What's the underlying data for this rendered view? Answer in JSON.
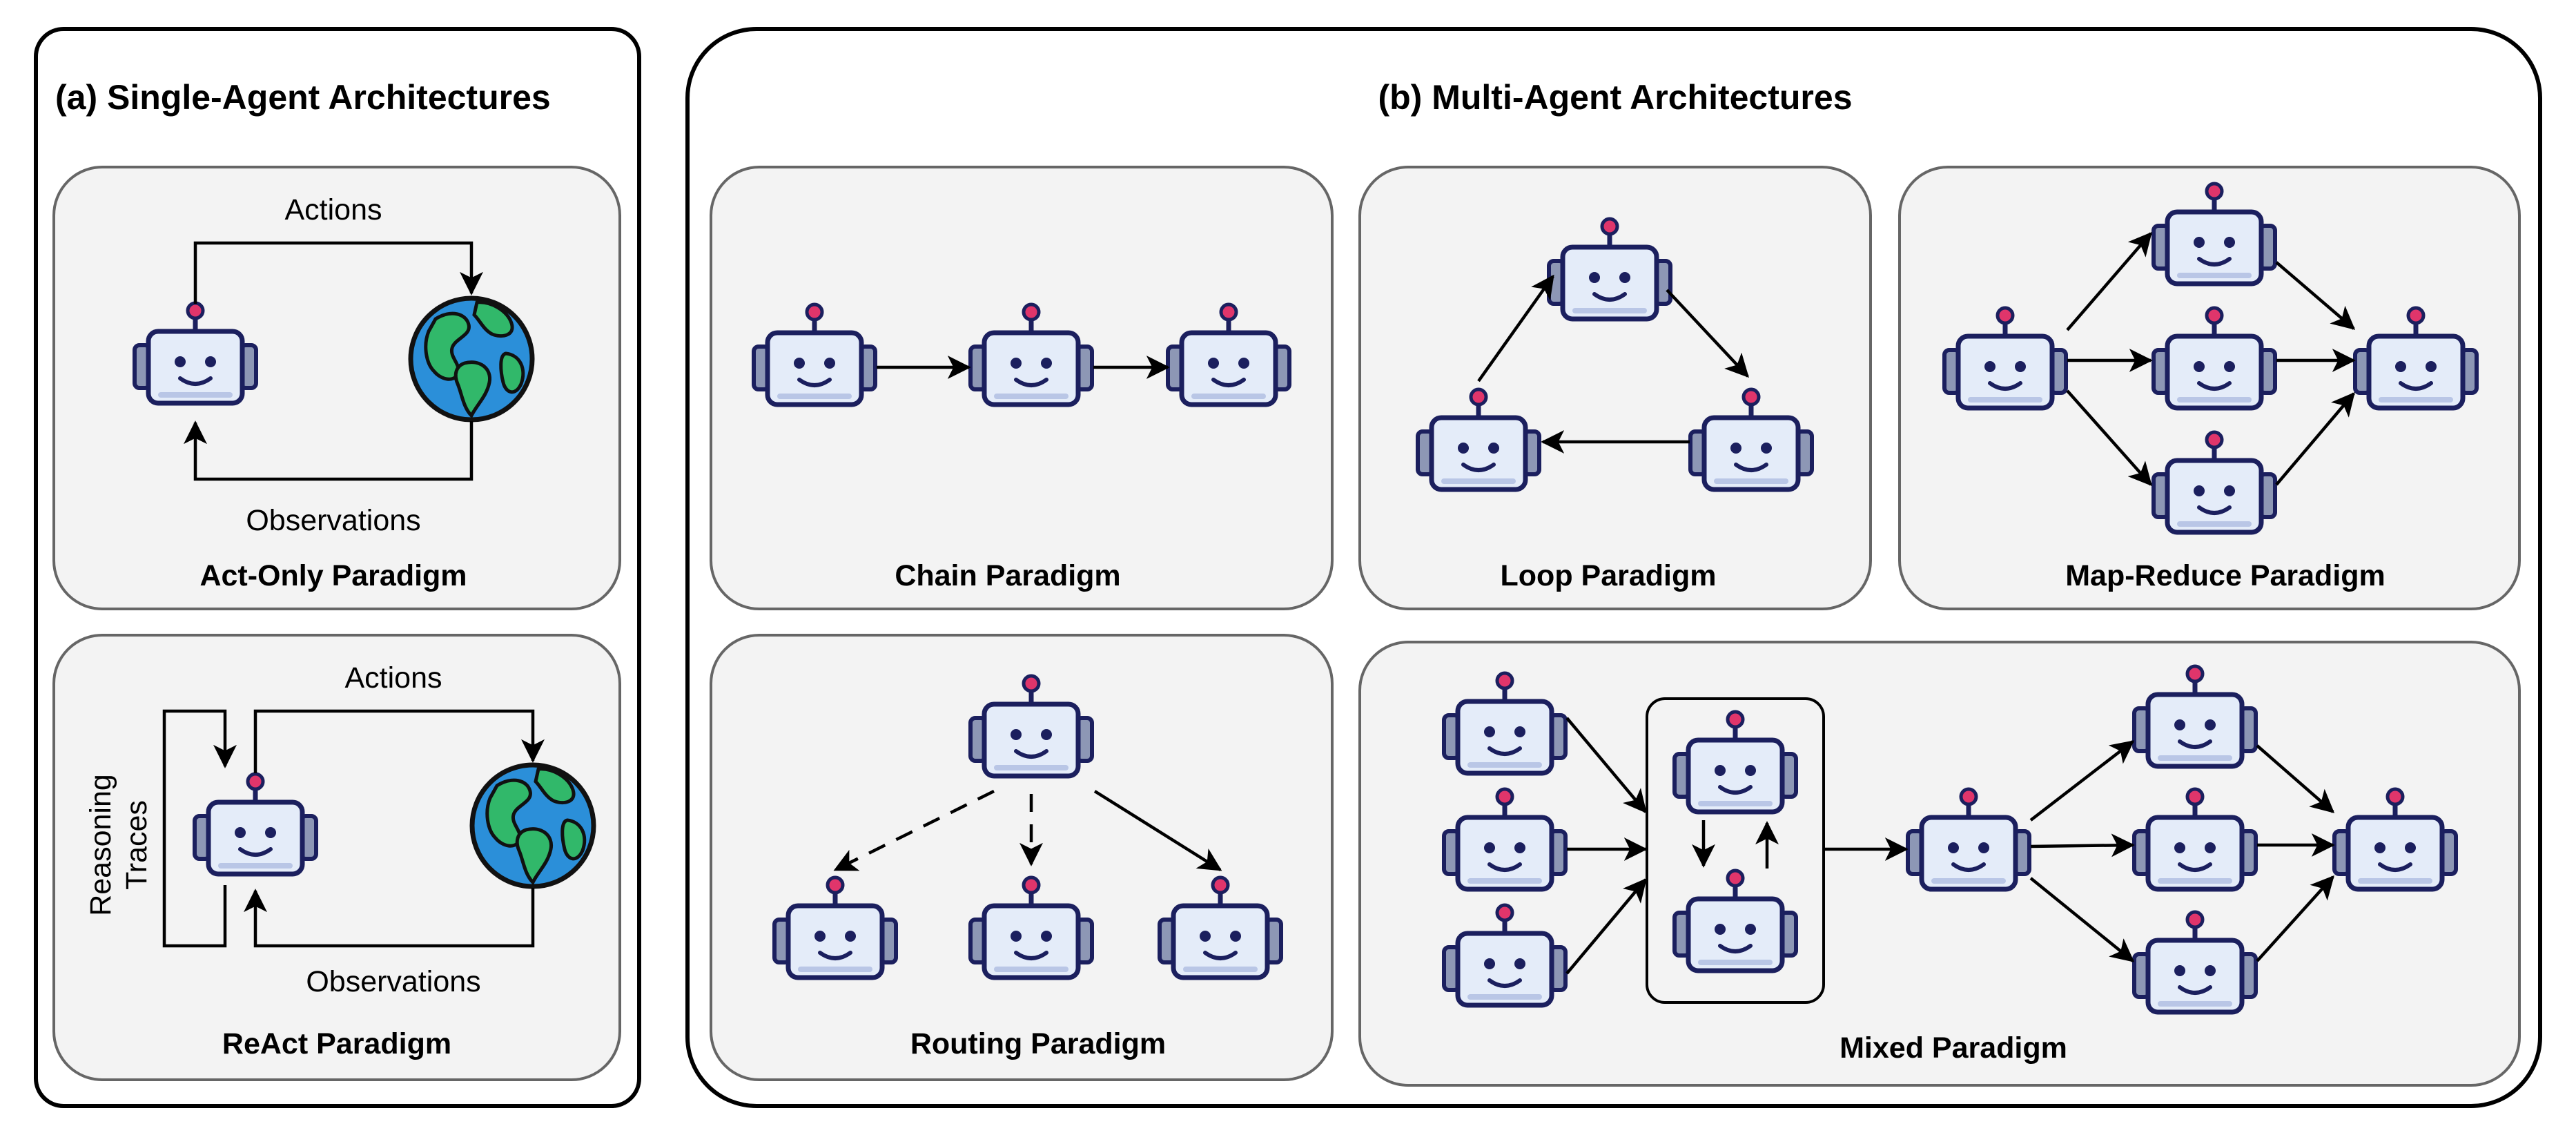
{
  "single_agent": {
    "title": "(a) Single-Agent Architectures",
    "act_only": {
      "title": "Act-Only Paradigm",
      "actions_label": "Actions",
      "observations_label": "Observations"
    },
    "react": {
      "title": "ReAct Paradigm",
      "actions_label": "Actions",
      "observations_label": "Observations",
      "reasoning_label_line1": "Reasoning",
      "reasoning_label_line2": "Traces"
    }
  },
  "multi_agent": {
    "title": "(b) Multi-Agent Architectures",
    "chain": {
      "title": "Chain Paradigm"
    },
    "loop": {
      "title": "Loop Paradigm"
    },
    "map_reduce": {
      "title": "Map-Reduce Paradigm"
    },
    "routing": {
      "title": "Routing Paradigm"
    },
    "mixed": {
      "title": "Mixed Paradigm"
    }
  },
  "colors": {
    "robot_body": "#e4ecf9",
    "robot_outline": "#1b1f5e",
    "robot_side": "#8d97b5",
    "antenna": "#e0356b",
    "globe_ocean": "#2b8fd9",
    "globe_land": "#31b86a",
    "panel_fill": "#f3f3f3"
  },
  "icons": {
    "agent": "robot-icon",
    "environment": "globe-icon"
  }
}
